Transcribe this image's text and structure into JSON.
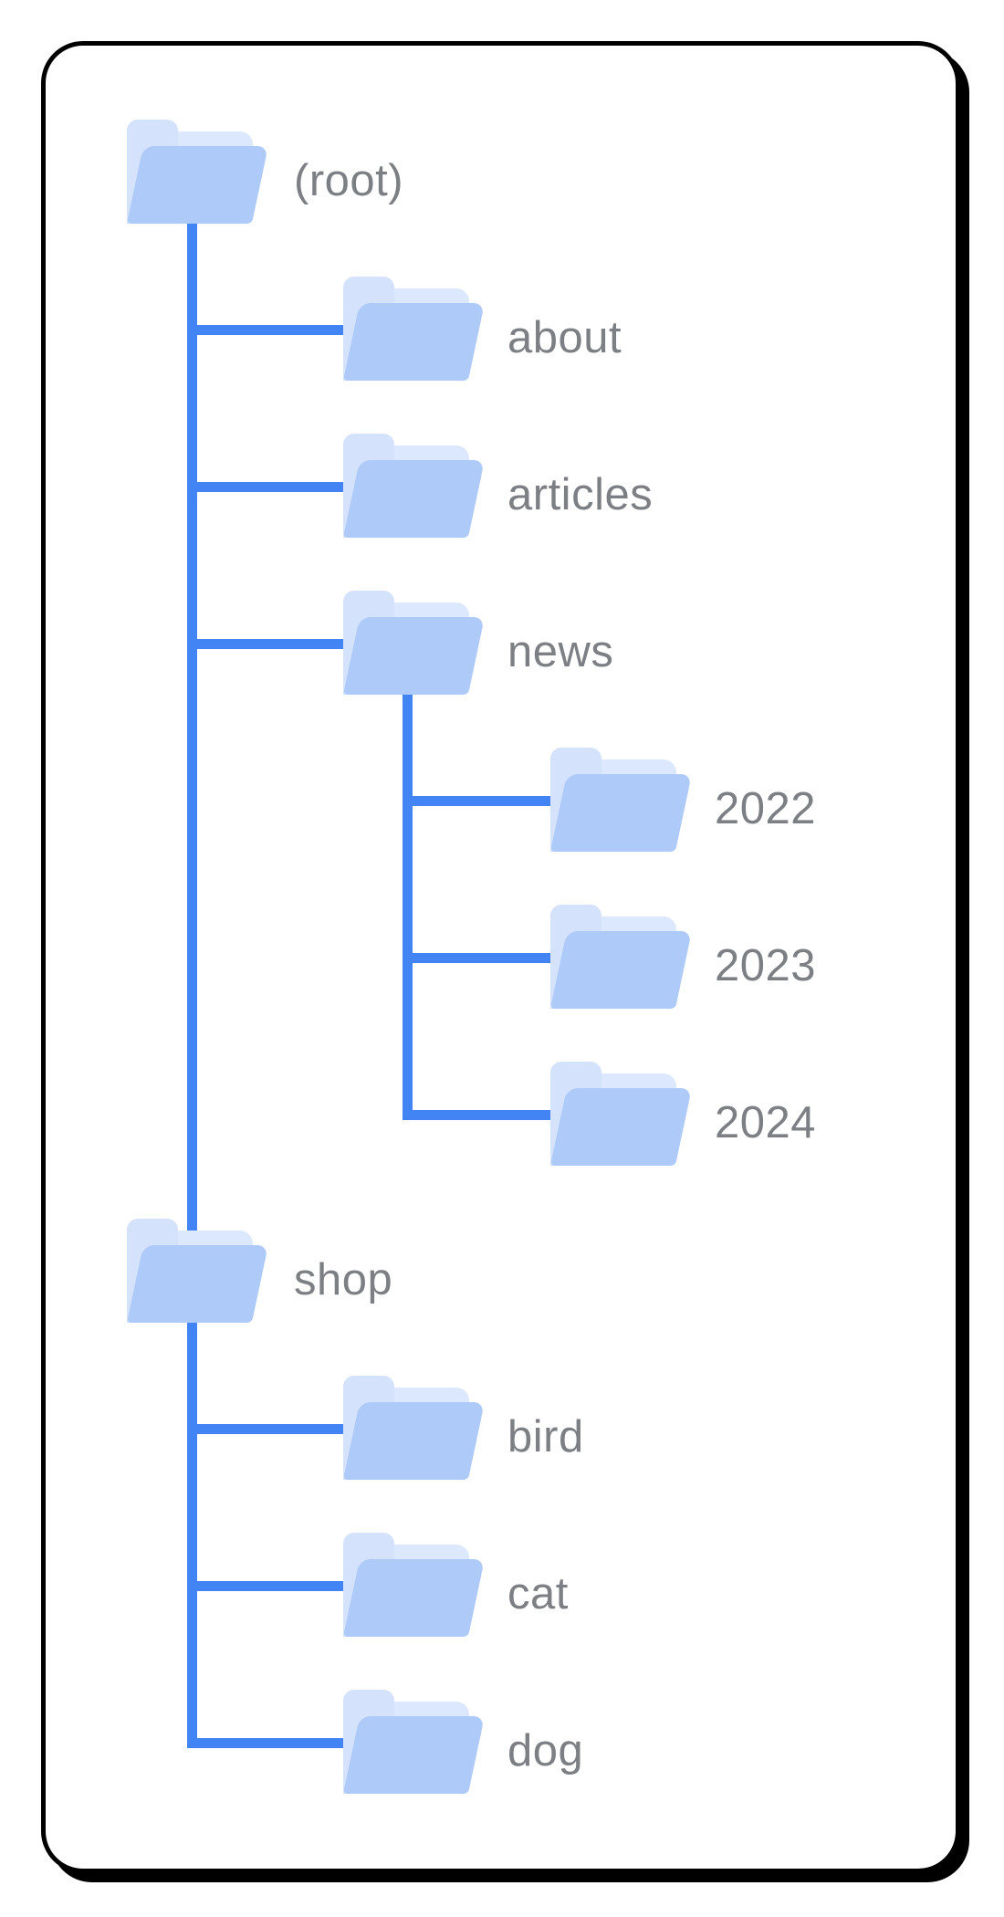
{
  "diagram": {
    "description": "Folder tree diagram of a website directory structure inside a rounded black card",
    "colors": {
      "connector_blue": "#4284f4",
      "folder_front": "#aecaf8",
      "folder_mid_sheet": "#dce8fd",
      "folder_tab": "#d5e2fc",
      "label_gray": "#7c7f83",
      "card_border": "#000000",
      "background": "#ffffff"
    },
    "nodes": [
      {
        "id": "root",
        "label": "(root)",
        "level": 1,
        "row": 0,
        "parent": null,
        "on_trunk": false
      },
      {
        "id": "about",
        "label": "about",
        "level": 2,
        "row": 1,
        "parent": "root",
        "on_trunk": false
      },
      {
        "id": "articles",
        "label": "articles",
        "level": 2,
        "row": 2,
        "parent": "root",
        "on_trunk": false
      },
      {
        "id": "news",
        "label": "news",
        "level": 2,
        "row": 3,
        "parent": "root",
        "on_trunk": false
      },
      {
        "id": "y2022",
        "label": "2022",
        "level": 3,
        "row": 4,
        "parent": "news",
        "on_trunk": false
      },
      {
        "id": "y2023",
        "label": "2023",
        "level": 3,
        "row": 5,
        "parent": "news",
        "on_trunk": false
      },
      {
        "id": "y2024",
        "label": "2024",
        "level": 3,
        "row": 6,
        "parent": "news",
        "on_trunk": false
      },
      {
        "id": "shop",
        "label": "shop",
        "level": 1,
        "row": 7,
        "parent": "root",
        "on_trunk": true
      },
      {
        "id": "bird",
        "label": "bird",
        "level": 2,
        "row": 8,
        "parent": "shop",
        "on_trunk": false
      },
      {
        "id": "cat",
        "label": "cat",
        "level": 2,
        "row": 9,
        "parent": "shop",
        "on_trunk": false
      },
      {
        "id": "dog",
        "label": "dog",
        "level": 2,
        "row": 10,
        "parent": "shop",
        "on_trunk": false
      }
    ],
    "trunks": [
      {
        "id": "root-trunk",
        "level": 1,
        "from_row": 0,
        "to_row": 10
      },
      {
        "id": "news-trunk",
        "level": 2,
        "from_row": 3,
        "to_row": 6
      }
    ]
  }
}
